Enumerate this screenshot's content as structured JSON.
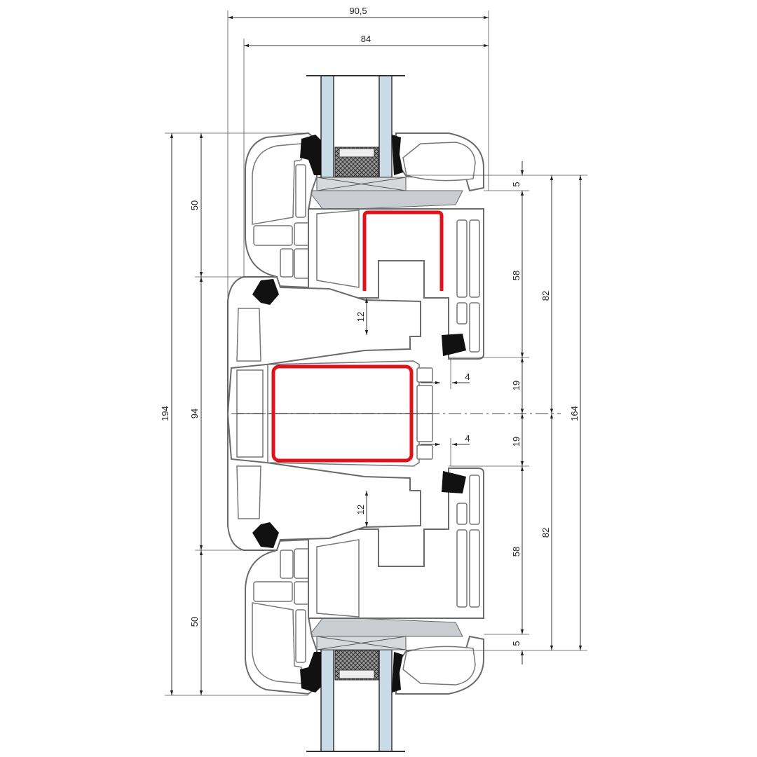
{
  "title": "Window profile cross-section",
  "dimensions": {
    "overall_depth": "90,5",
    "sash_depth": "84",
    "left_top_50": "50",
    "left_middle_94": "94",
    "left_bottom_50": "50",
    "left_total_194": "194",
    "right_top_5": "5",
    "right_top_58": "58",
    "right_top_19": "19",
    "right_bottom_19": "19",
    "right_bottom_58": "58",
    "right_bottom_5": "5",
    "right_top_82": "82",
    "right_bottom_82": "82",
    "right_total_164": "164",
    "gap_top_12": "12",
    "gap_bottom_12": "12",
    "offset_top_4": "4",
    "offset_bottom_4": "4"
  },
  "colors": {
    "reinforcement": "#e0121b",
    "glass": "#c9dbe6",
    "profile_outline": "#6b6b6b"
  }
}
